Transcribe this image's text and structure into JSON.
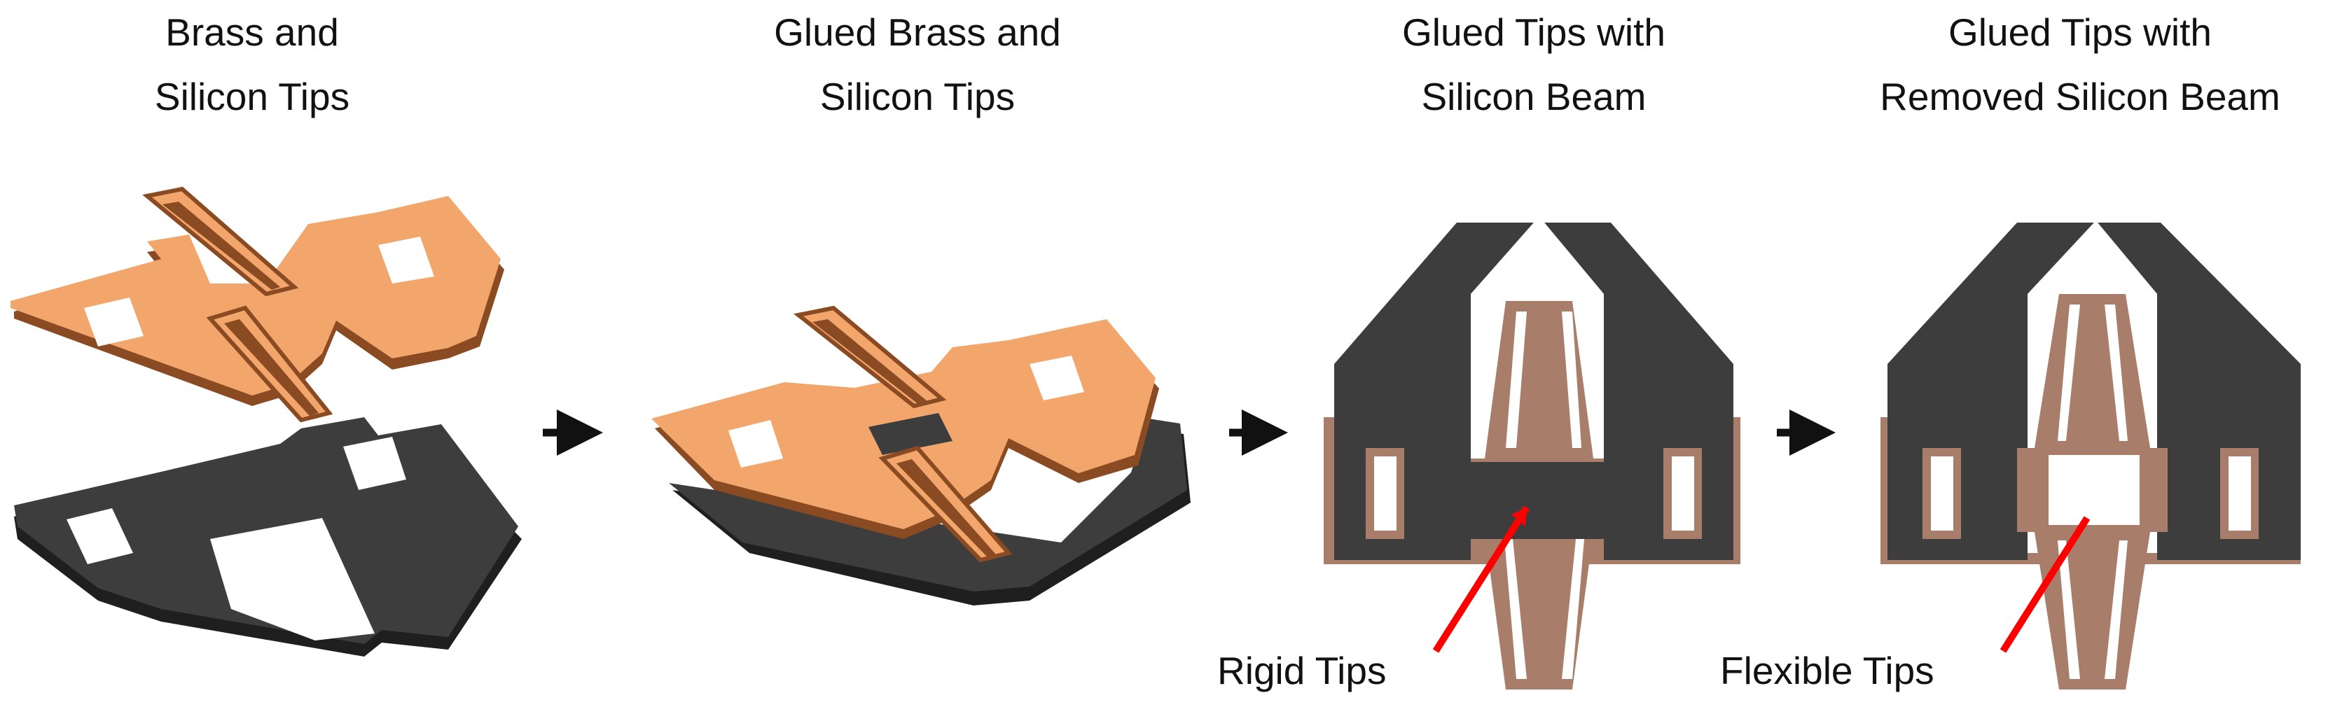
{
  "panels": [
    {
      "title_line1": "Brass and",
      "title_line2": "Silicon Tips"
    },
    {
      "title_line1": "Glued Brass and",
      "title_line2": "Silicon Tips"
    },
    {
      "title_line1": "Glued Tips with",
      "title_line2": "Silicon Beam"
    },
    {
      "title_line1": "Glued Tips with",
      "title_line2": "Removed Silicon Beam"
    }
  ],
  "callouts": {
    "rigid": "Rigid Tips",
    "flexible": "Flexible Tips"
  },
  "colors": {
    "brass_top": "#f2a66b",
    "brass_edge": "#8a4a22",
    "silicon_top": "#3d3d3d",
    "silicon_edge": "#202020",
    "brass_flat": "#a87e6a",
    "arrow_red": "#ff0000",
    "arrow_black": "#111111"
  }
}
